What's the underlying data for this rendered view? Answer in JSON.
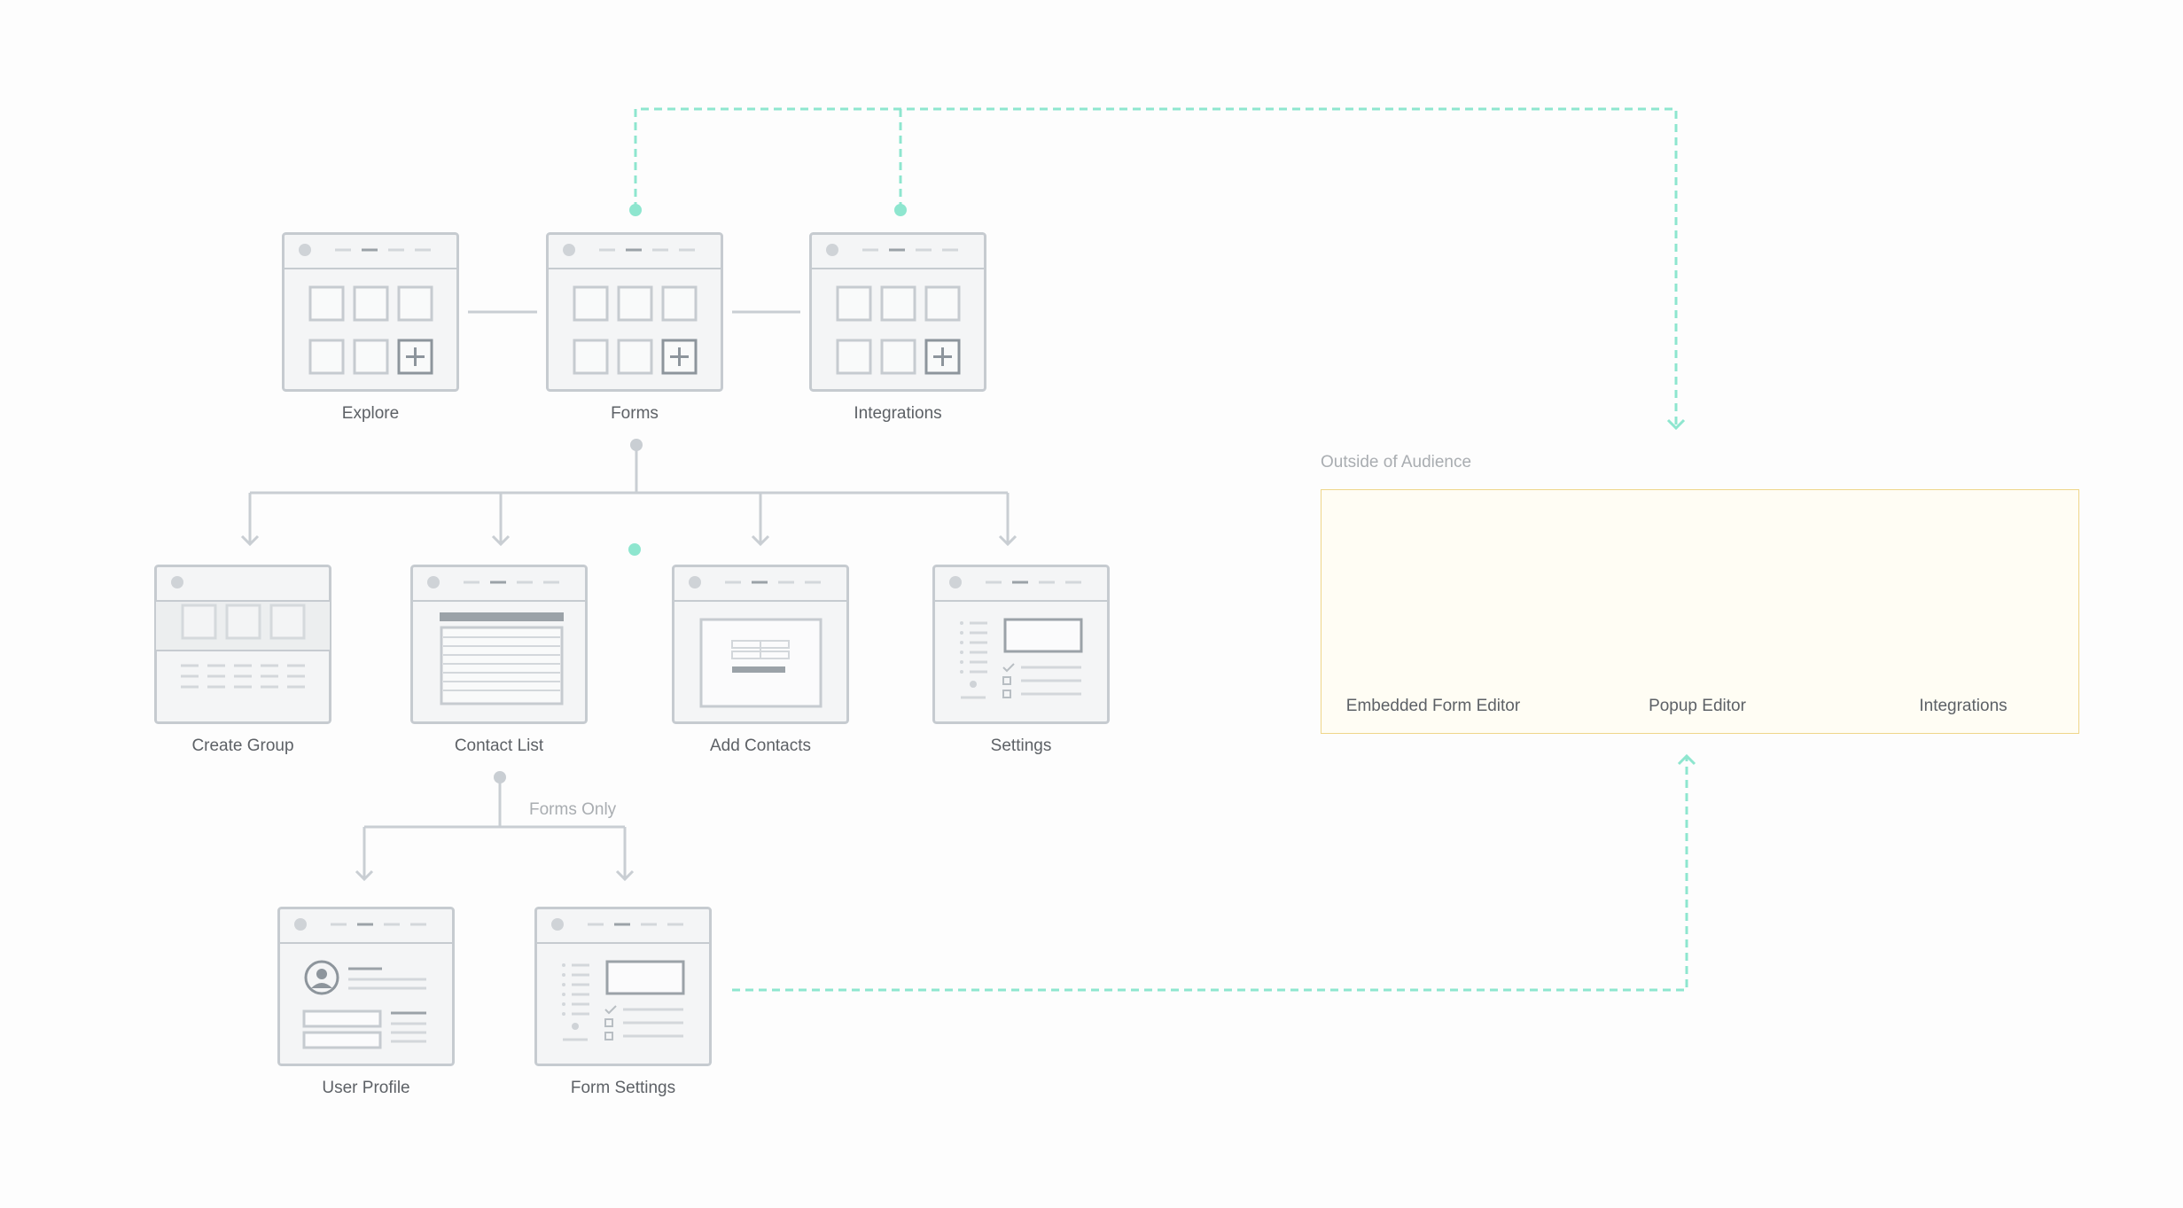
{
  "colors": {
    "accent_dashed": "#8ee6cf",
    "connector": "#c9ced3",
    "frame_stroke": "#c6cbd0",
    "frame_fill": "#f4f5f6",
    "dark_bar": "#9ba2a8",
    "region_border": "#efd68a",
    "region_fill": "#fffdf4"
  },
  "region": {
    "label": "Outside of Audience"
  },
  "branch_label": "Forms Only",
  "pages": {
    "explore": {
      "label": "Explore",
      "icon": "grid-add-wireframe-icon"
    },
    "forms": {
      "label": "Forms",
      "icon": "grid-add-wireframe-icon"
    },
    "integrations": {
      "label": "Integrations",
      "icon": "grid-add-wireframe-icon"
    },
    "create_group": {
      "label": "Create Group",
      "icon": "group-wireframe-icon"
    },
    "contact_list": {
      "label": "Contact List",
      "icon": "table-wireframe-icon"
    },
    "add_contacts": {
      "label": "Add Contacts",
      "icon": "modal-form-wireframe-icon"
    },
    "settings": {
      "label": "Settings",
      "icon": "settings-wireframe-icon"
    },
    "user_profile": {
      "label": "User Profile",
      "icon": "profile-wireframe-icon"
    },
    "form_settings": {
      "label": "Form Settings",
      "icon": "settings-wireframe-icon"
    },
    "embedded_form_editor": {
      "label": "Embedded Form Editor",
      "icon": "editor-wireframe-icon"
    },
    "popup_editor": {
      "label": "Popup Editor",
      "icon": "editor-wireframe-icon"
    },
    "integrations_outside": {
      "label": "Integrations",
      "icon": "list-wireframe-icon"
    }
  }
}
